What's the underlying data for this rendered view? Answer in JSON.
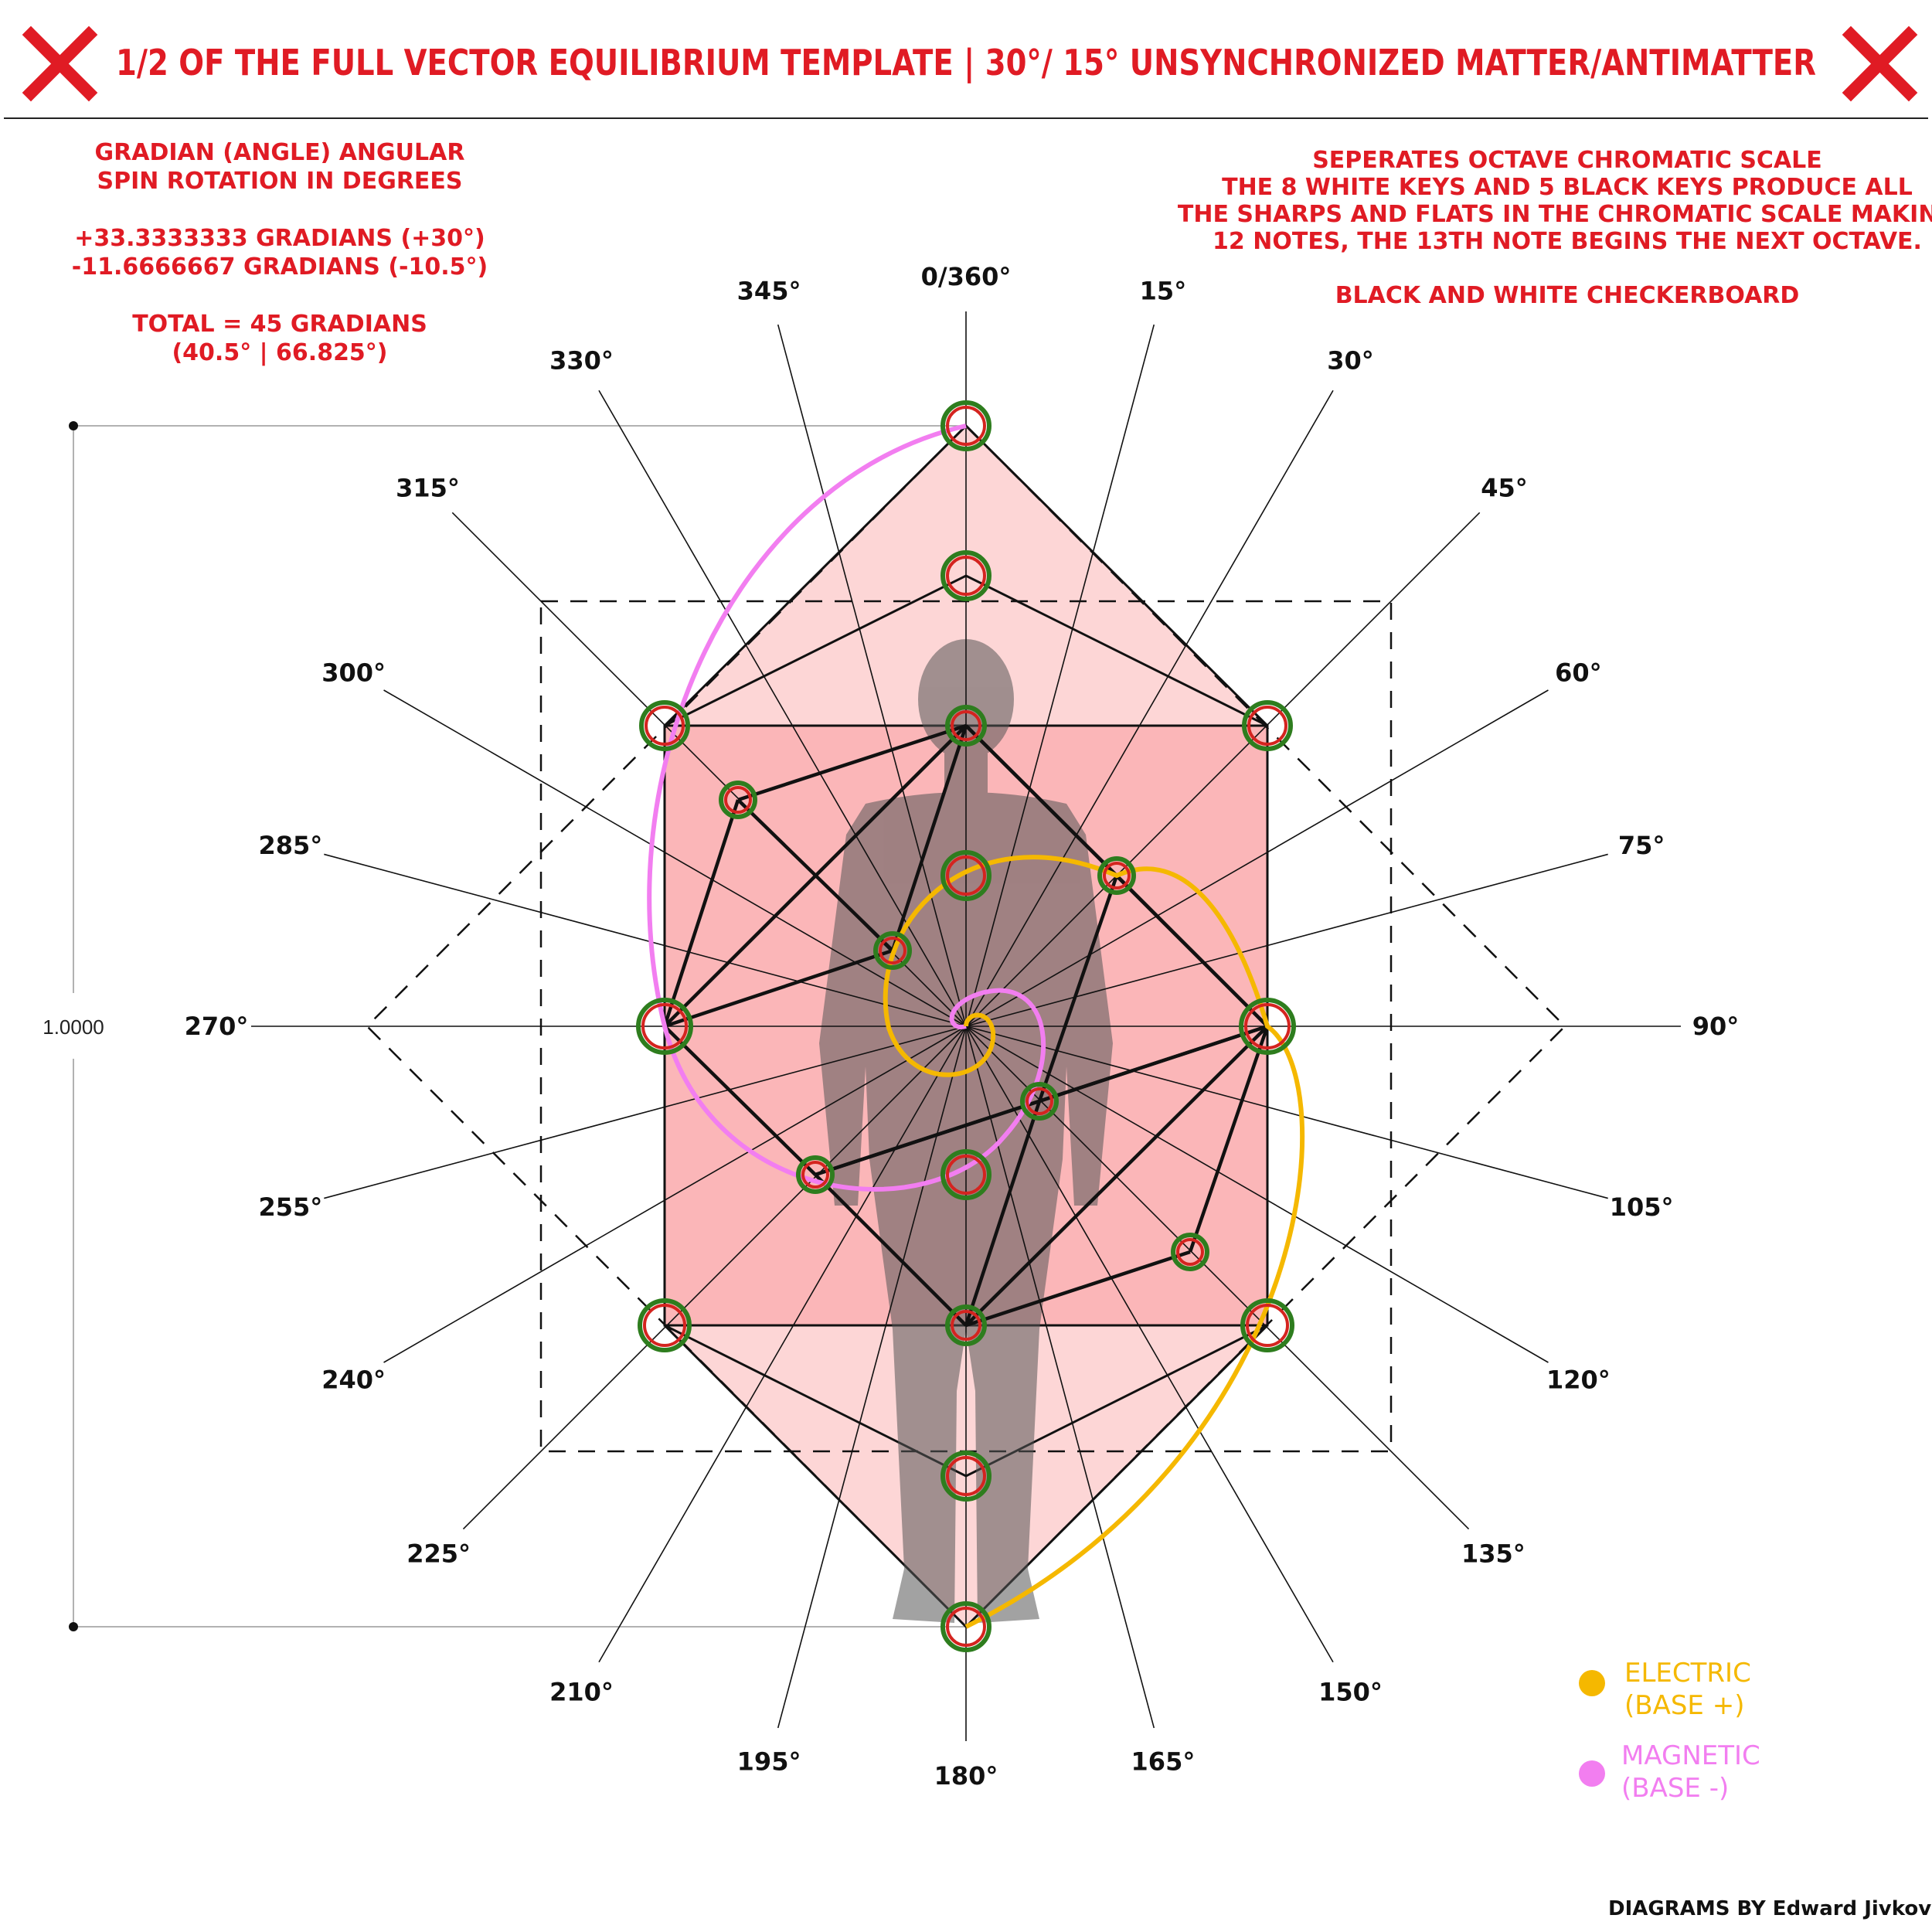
{
  "header": {
    "title": "1/2 OF THE FULL VECTOR EQUILIBRIUM TEMPLATE | 30°/ 15° UNSYNCHRONIZED MATTER/ANTIMATTER",
    "left_mark": "close-x",
    "right_mark": "close-x"
  },
  "left_note": {
    "lines": [
      "GRADIAN (ANGLE) ANGULAR",
      "SPIN ROTATION IN DEGREES",
      "",
      "+33.3333333 GRADIANS (+30°)",
      "-11.6666667 GRADIANS (-10.5°)",
      "",
      "TOTAL = 45 GRADIANS",
      "(40.5° | 66.825°)"
    ]
  },
  "right_note": {
    "lines": [
      "SEPERATES OCTAVE CHROMATIC SCALE",
      "THE 8 WHITE KEYS AND 5 BLACK KEYS PRODUCE ALL",
      "THE SHARPS AND FLATS IN THE CHROMATIC SCALE MAKING",
      "12 NOTES, THE 13TH NOTE BEGINS THE NEXT OCTAVE.",
      "",
      "BLACK AND WHITE CHECKERBOARD"
    ]
  },
  "angle_labels": [
    "0/360°",
    "15°",
    "30°",
    "45°",
    "60°",
    "75°",
    "90°",
    "105°",
    "120°",
    "135°",
    "150°",
    "165°",
    "180°",
    "195°",
    "210°",
    "225°",
    "240°",
    "255°",
    "270°",
    "285°",
    "300°",
    "315°",
    "330°",
    "345°"
  ],
  "dimension_label": "1.0000",
  "legend": [
    {
      "label_line1": "ELECTRIC",
      "label_line2": "(BASE +)",
      "color": "#f5b800"
    },
    {
      "label_line1": "MAGNETIC",
      "label_line2": "(BASE -)",
      "color": "#f27ef0"
    }
  ],
  "credit": "DIAGRAMS BY Edward Jivkov Radev",
  "colors": {
    "accent_red": "#e01b24",
    "hexagon_fill": "#fdd6d6",
    "square_fill": "#fbb6b8",
    "node_outer": "#2e7d1e",
    "node_inner": "#d4241f",
    "electric": "#f5b800",
    "magnetic": "#f27ef0"
  }
}
